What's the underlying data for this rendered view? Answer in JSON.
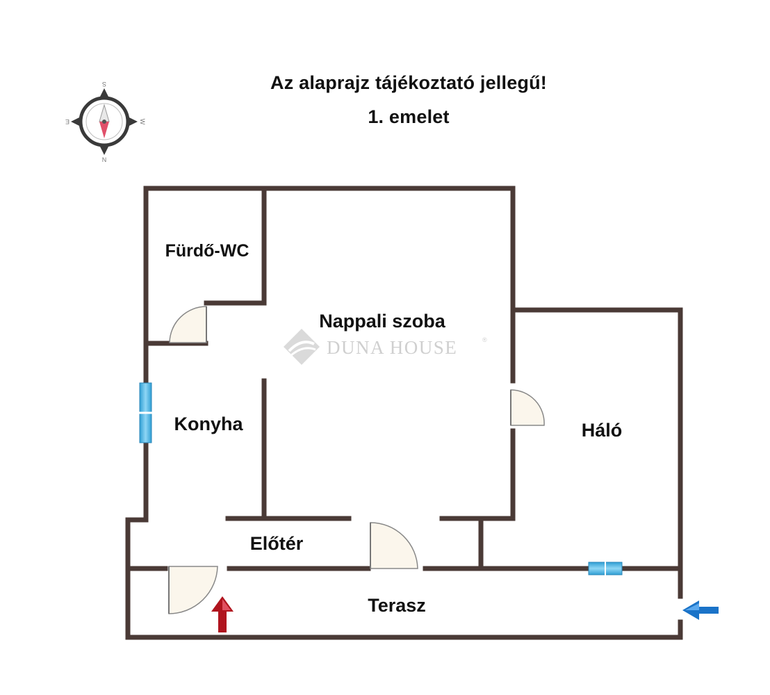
{
  "header": {
    "disclaimer": "Az alaprajz tájékoztató jellegű!",
    "floor": "1. emelet"
  },
  "compass": {
    "north": "N",
    "south": "S",
    "east": "E",
    "west": "W"
  },
  "rooms": {
    "bathroom": "Fürdő-WC",
    "living_room": "Nappali szoba",
    "kitchen": "Konyha",
    "bedroom": "Háló",
    "hall": "Előtér",
    "terrace": "Terasz"
  },
  "watermark": {
    "brand": "Duna House",
    "mark": "®"
  },
  "colors": {
    "wall": "#4a3a36",
    "door_fill": "#fbf6ec",
    "window": "#4fb8e6",
    "entrance_arrow": "#b0141e",
    "terrace_arrow": "#1a73c8",
    "watermark": "#c9c9c9"
  }
}
